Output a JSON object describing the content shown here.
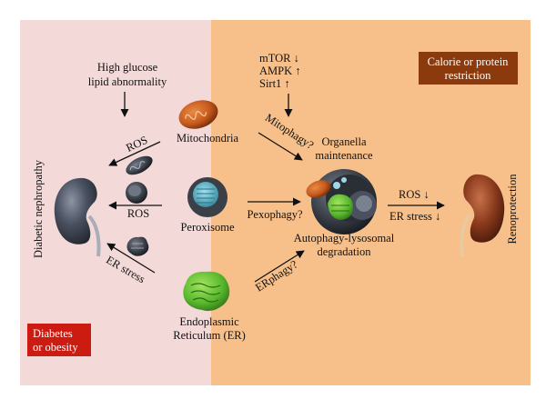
{
  "colors": {
    "left_panel": "#f4d9d9",
    "right_panel": "#f7c08a",
    "left_tag": "#cc1b10",
    "right_tag": "#8a3a0c",
    "mitochondria": "#c65a1e",
    "peroxisome_core": "#5bb8cf",
    "er": "#57b82e",
    "kidney_grey": "#3b4251",
    "kidney_healthy": "#8a3a1c"
  },
  "left_side": {
    "stress_line1": "High glucose",
    "stress_line2": "lipid abnormality",
    "side_label": "Diabetic nephropathy",
    "arrow_ros_top": "ROS",
    "arrow_ros_mid": "ROS",
    "arrow_er_stress": "ER stress",
    "tag_line1": "Diabetes",
    "tag_line2": "or obesity"
  },
  "organelles": {
    "mitochondria": "Mitochondria",
    "peroxisome": "Peroxisome",
    "er_line1": "Endoplasmic",
    "er_line2": "Reticulum (ER)"
  },
  "right_side": {
    "signal_1": "mTOR ↓",
    "signal_2": "AMPK ↑",
    "signal_3": "Sirt1 ↑",
    "mitophagy": "Mitophagy?",
    "pexophagy": "Pexophagy?",
    "erphagy": "ERphagy?",
    "organella_line1": "Organella",
    "organella_line2": "maintenance",
    "autophagy_line1": "Autophagy-lysosomal",
    "autophagy_line2": "degradation",
    "ros_down": "ROS ↓",
    "er_stress_down": "ER stress ↓",
    "side_label": "Renoprotection",
    "tag_line1": "Calorie or protein",
    "tag_line2": "restriction"
  }
}
